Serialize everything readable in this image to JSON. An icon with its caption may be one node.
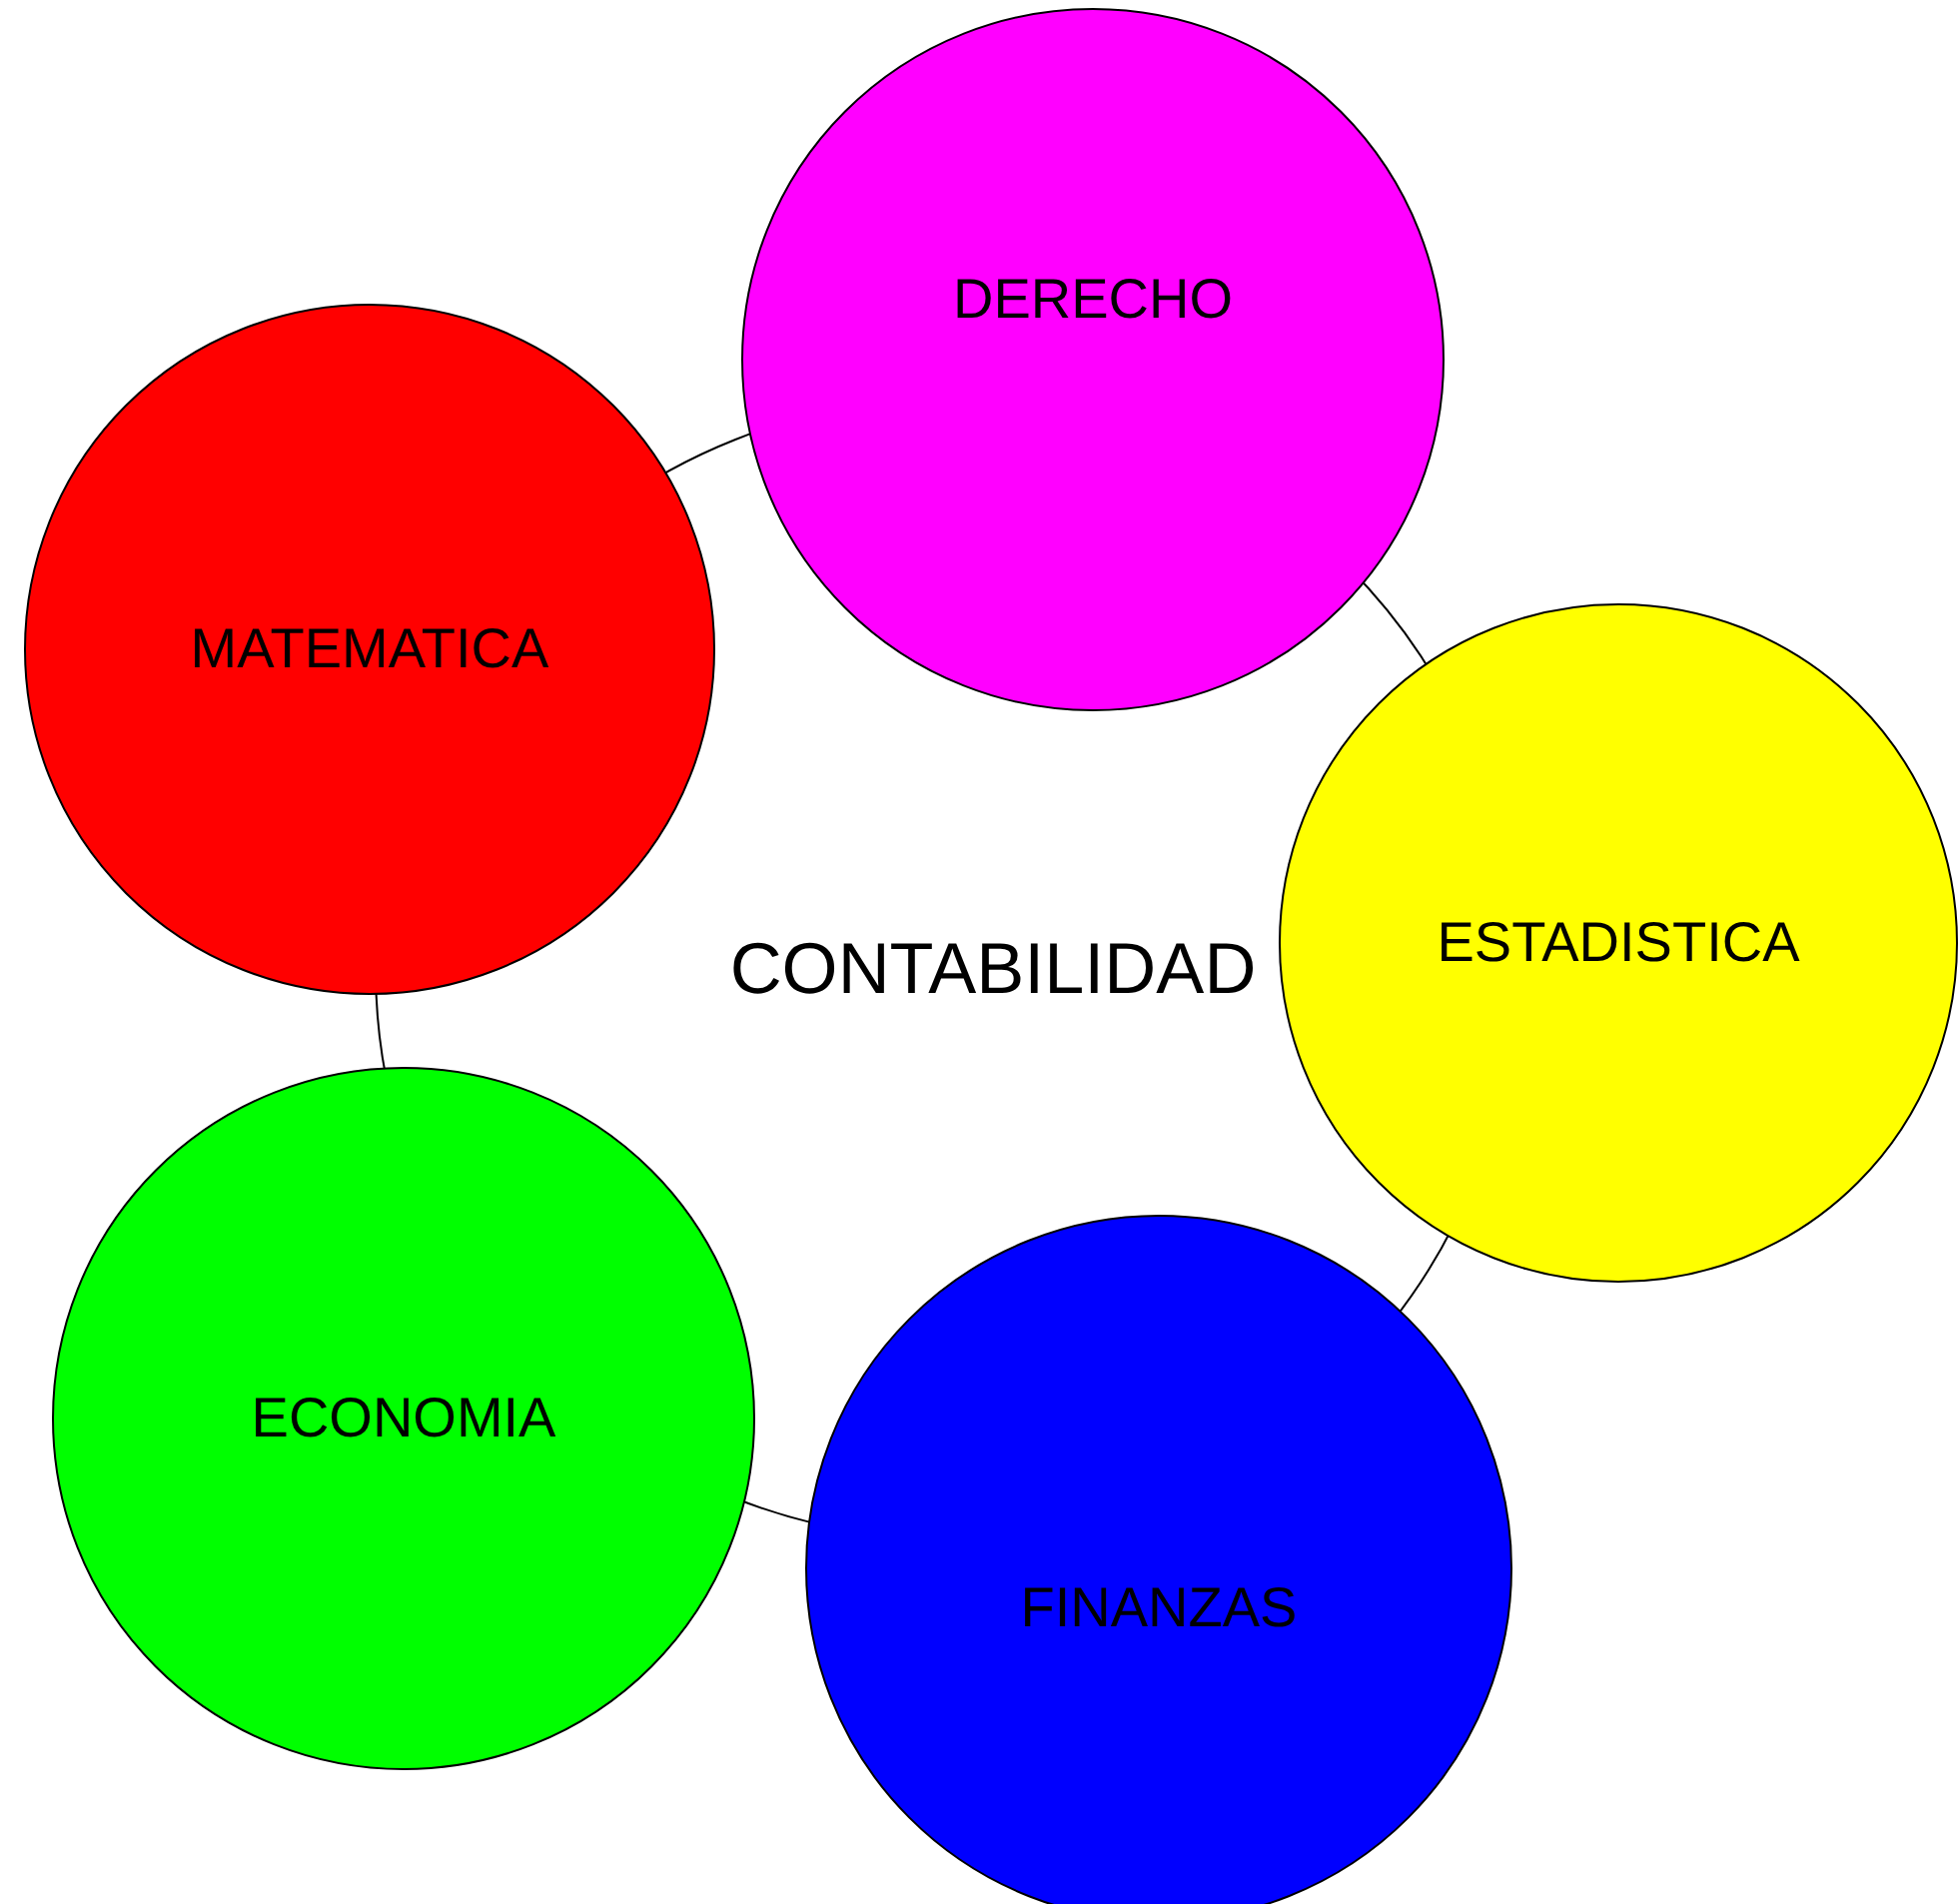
{
  "diagram": {
    "nodes": [
      {
        "text": [
          "CONTABILIDAD"
        ]
      },
      {
        "text": [
          "DERECHO"
        ]
      },
      {
        "text": [
          "MATEMATICA"
        ]
      },
      {
        "text": [
          "ESTADISTICA"
        ]
      },
      {
        "text": [
          "ECONOMIA"
        ]
      },
      {
        "text": [
          "FINANZAS"
        ]
      }
    ]
  }
}
